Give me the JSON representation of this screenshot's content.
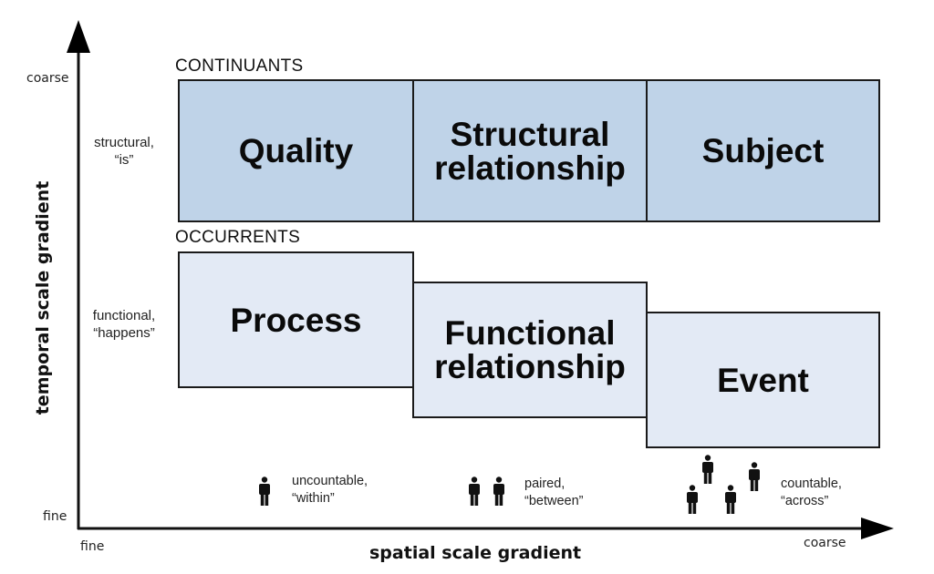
{
  "axes": {
    "x_title": "spatial scale gradient",
    "y_title": "temporal scale gradient",
    "x_low": "fine",
    "x_high": "coarse",
    "y_low": "fine",
    "y_high": "coarse"
  },
  "row_labels": {
    "structural": "structural,\n“is”",
    "functional": "functional,\n“happens”"
  },
  "groups": {
    "continuants": {
      "label": "CONTINUANTS",
      "color": "#bfd3e8",
      "boxes": [
        "Quality",
        "Structural\nrelationship",
        "Subject"
      ]
    },
    "occurrents": {
      "label": "OCCURRENTS",
      "color": "#e3eaf5",
      "boxes": [
        "Process",
        "Functional\nrelationship",
        "Event"
      ]
    }
  },
  "legend": [
    {
      "icon": "person-icon",
      "count": 1,
      "text": "uncountable,\n“within”"
    },
    {
      "icon": "person-icon",
      "count": 2,
      "text": "paired,\n“between”"
    },
    {
      "icon": "person-icon",
      "count": 4,
      "text": "countable,\n“across”"
    }
  ]
}
